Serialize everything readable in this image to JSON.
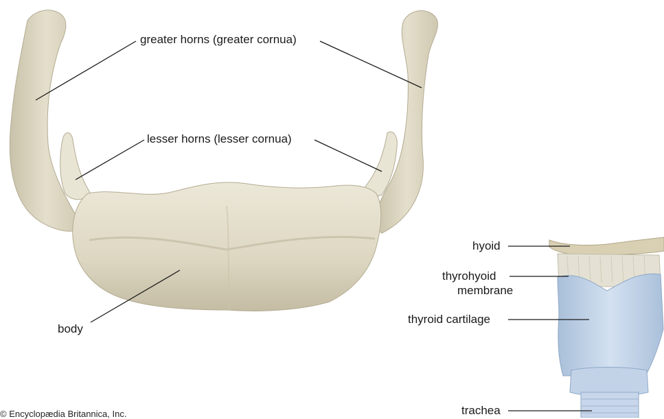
{
  "labels": {
    "greater_horns": "greater horns (greater cornua)",
    "lesser_horns": "lesser horns (lesser cornua)",
    "body": "body",
    "hyoid": "hyoid",
    "thyrohyoid_line1": "thyrohyoid",
    "thyrohyoid_line2": "membrane",
    "thyroid_cartilage": "thyroid cartilage",
    "trachea": "trachea"
  },
  "credit": "© Encyclopædia Britannica, Inc.",
  "colors": {
    "bone_light": "#e6e1cf",
    "bone_mid": "#d3ccb4",
    "bone_shadow": "#b9b198",
    "cartilage": "#c9d9ec",
    "cartilage_shadow": "#9fb6d3",
    "membrane": "#e3e1d6",
    "leader": "#1a1a1a"
  }
}
